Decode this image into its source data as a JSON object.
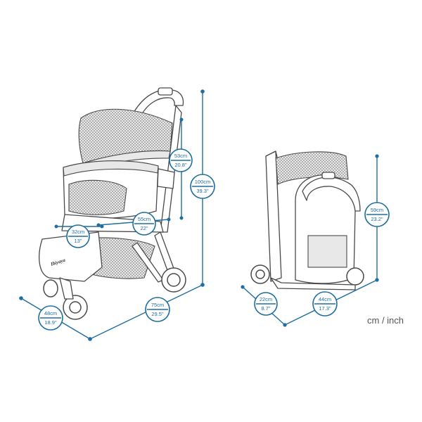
{
  "units_legend": "cm / inch",
  "brand": "Ibiyaya",
  "colors": {
    "accent": "#1f6e9f",
    "sketch": "#4a4a4a"
  },
  "open_stroller": {
    "height": {
      "metric": "100cm",
      "imperial": "39.3\""
    },
    "seat_height": {
      "metric": "53cm",
      "imperial": "20.8\""
    },
    "seat_depth": {
      "metric": "55cm",
      "imperial": "22\""
    },
    "seat_width": {
      "metric": "32cm",
      "imperial": "13\""
    },
    "width": {
      "metric": "48cm",
      "imperial": "18.9\""
    },
    "length": {
      "metric": "75cm",
      "imperial": "29.5\""
    }
  },
  "folded_stroller": {
    "height": {
      "metric": "59cm",
      "imperial": "23.2\""
    },
    "depth": {
      "metric": "22cm",
      "imperial": "8.7\""
    },
    "length": {
      "metric": "44cm",
      "imperial": "17.3\""
    }
  }
}
